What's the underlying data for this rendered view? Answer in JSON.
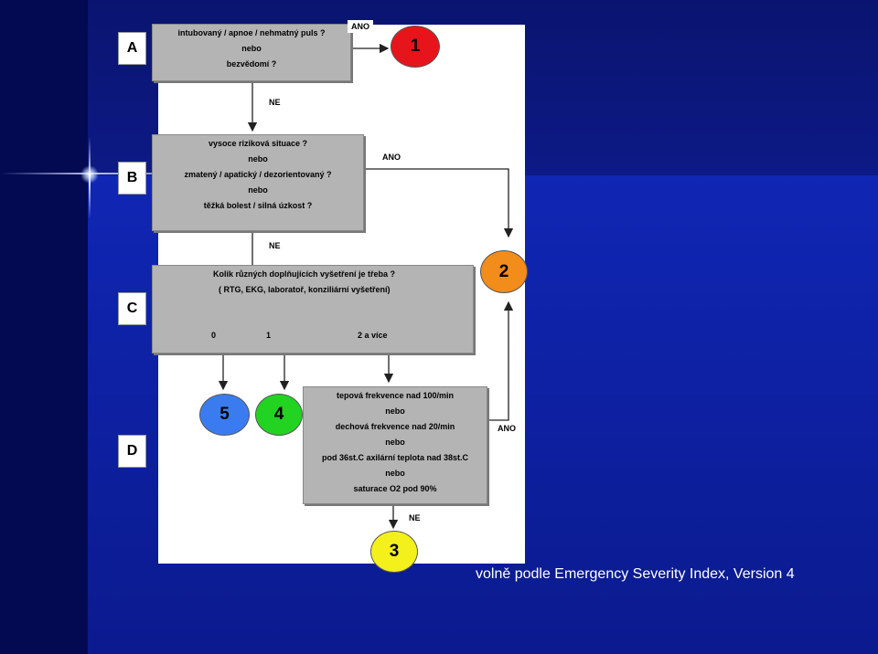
{
  "rows": {
    "a": "A",
    "b": "B",
    "c": "C",
    "d": "D"
  },
  "box_a": [
    "intubovaný / apnoe / nehmatný puls ?",
    "nebo",
    "bezvědomí ?"
  ],
  "box_b": [
    "vysoce riziková situace ?",
    "nebo",
    "zmatený / apatický / dezorientovaný ?",
    "nebo",
    "těžká bolest / silná úzkost ?"
  ],
  "box_c": {
    "lines": [
      "Kolik různých doplňujících vyšetření je třeba ?",
      "( RTG, EKG, laboratoř, konziliární vyšetření)"
    ],
    "options": [
      "0",
      "1",
      "2 a více"
    ]
  },
  "box_d": [
    "tepová frekvence nad 100/min",
    "nebo",
    "dechová frekvence nad 20/min",
    "nebo",
    "pod 36st.C axilární teplota nad 38st.C",
    "nebo",
    "saturace O2 pod 90%"
  ],
  "labels": {
    "ano_a": "ANO",
    "ne_a": "NE",
    "ano_b": "ANO",
    "ne_b": "NE",
    "ano_d": "ANO",
    "ne_d": "NE"
  },
  "levels": {
    "l1": "1",
    "l2": "2",
    "l3": "3",
    "l4": "4",
    "l5": "5"
  },
  "level_colors": {
    "l1": "#e8141c",
    "l2": "#f28c1a",
    "l3": "#f4f01c",
    "l4": "#22d322",
    "l5": "#3a7cf0"
  },
  "caption": "volně podle Emergency Severity Index, Version 4"
}
